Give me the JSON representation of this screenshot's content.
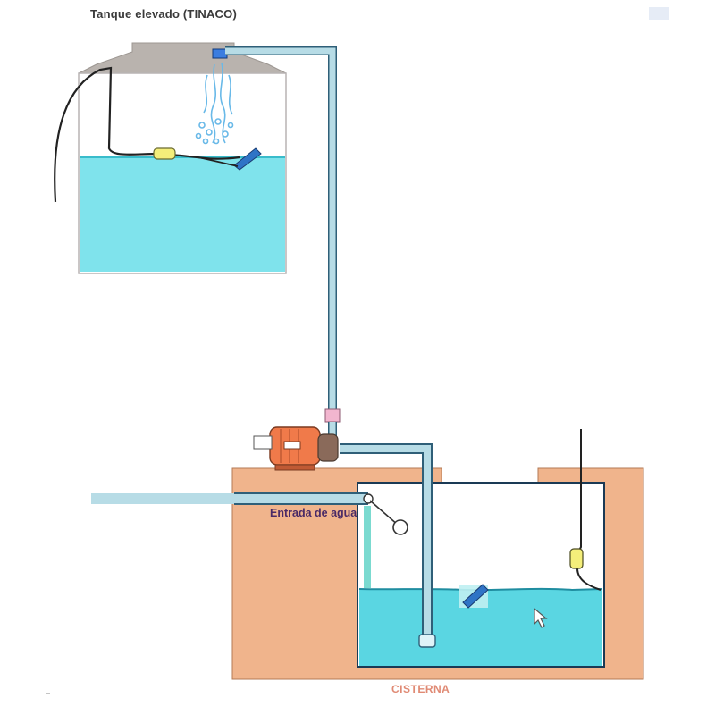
{
  "labels": {
    "elevated_tank": "Tanque elevado (TINACO)",
    "water_inlet": "Entrada de agua",
    "cistern": "CISTERNA"
  },
  "colors": {
    "water": "#7fe3ec",
    "water_dark": "#38c4d2",
    "pipe": "#b7dce6",
    "pipe_edge": "#2f5f78",
    "cistern_wall": "#f0b48c",
    "tank_lid": "#b8b2ad",
    "pump": "#f07a4a",
    "float_switch": "#f4ee7a",
    "valve_ball": "#ffffff",
    "coupling": "#f2b6cf"
  },
  "icons": {
    "cursor": "mouse-pointer-icon"
  }
}
